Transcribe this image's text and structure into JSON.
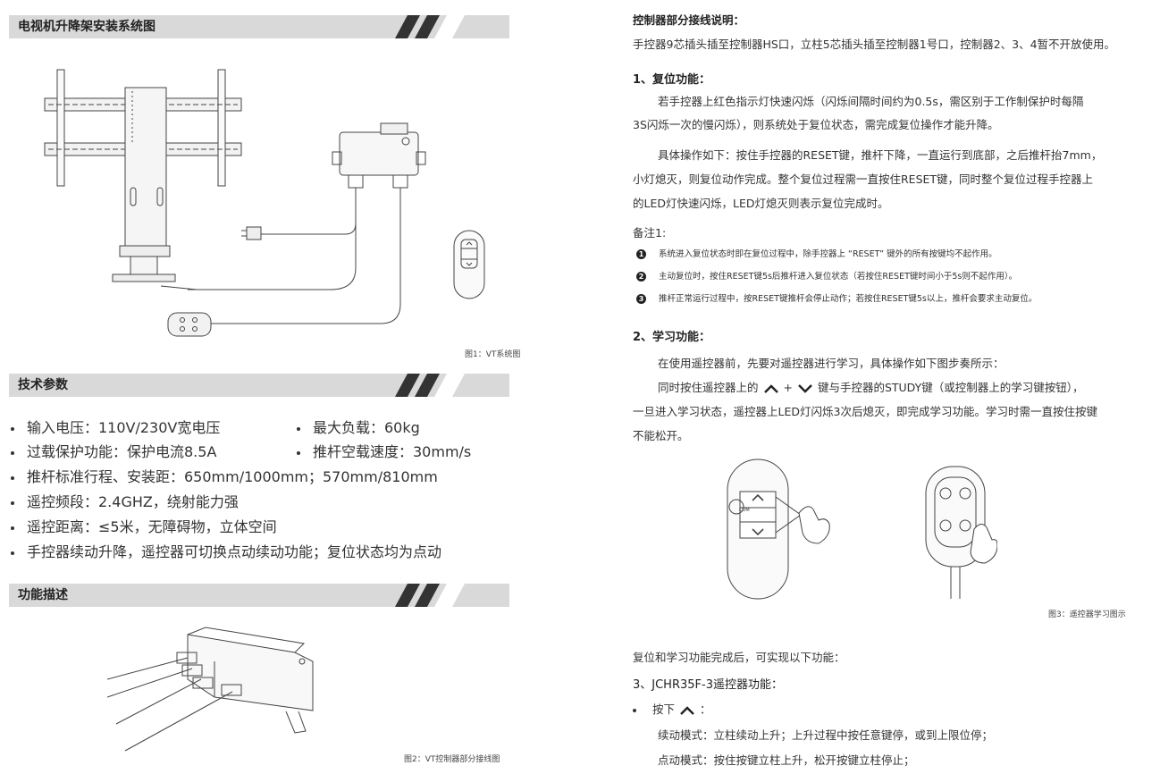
{
  "left": {
    "section1_title": "电视机升降架安装系统图",
    "fig1_caption": "图1：VT系统图",
    "section2_title": "技术参数",
    "specs": [
      "输入电压：110V/230V宽电压",
      "最大负载：60kg",
      "过载保护功能：保护电流8.5A",
      "推杆空载速度：30mm/s",
      "推杆标准行程、安装距：650mm/1000mm；570mm/810mm",
      "遥控频段：2.4GHZ，绕射能力强",
      "遥控距离：≤5米，无障碍物，立体空间",
      "手控器续动升降，遥控器可切换点动续动功能；复位状态均为点动"
    ],
    "section3_title": "功能描述",
    "fig2_caption": "图2：VT控制器部分接线图",
    "remote_com_label": "COM"
  },
  "right": {
    "wiring_title": "控制器部分接线说明：",
    "wiring_text": "手控器9芯插头插至控制器HS口，立柱5芯插头插至控制器1号口，控制器2、3、4暂不开放使用。",
    "reset_title": "1、复位功能：",
    "reset_p1_l1": "若手控器上红色指示灯快速闪烁（闪烁间隔时间约为0.5s，需区别于工作制保护时每隔",
    "reset_p1_l2": "3S闪烁一次的慢闪烁），则系统处于复位状态，需完成复位操作才能升降。",
    "reset_p2_l1": "具体操作如下：按住手控器的RESET键，推杆下降，一直运行到底部，之后推杆抬7mm，",
    "reset_p2_l2": "小灯熄灭，则复位动作完成。整个复位过程需一直按住RESET键，同时整个复位过程手控器上",
    "reset_p2_l3": "的LED灯快速闪烁，LED灯熄灭则表示复位完成时。",
    "note_title": "备注1:",
    "notes": [
      {
        "n": "1",
        "text": "系统进入复位状态时即在复位过程中，除手控器上 “RESET” 键外的所有按键均不起作用。"
      },
      {
        "n": "2",
        "text": "主动复位时，按住RESET键5s后推杆进入复位状态（若按住RESET键时间小于5s则不起作用）。"
      },
      {
        "n": "3",
        "text": "推杆正常运行过程中，按RESET键推杆会停止动作；若按住RESET键5s以上，推杆会要求主动复位。"
      }
    ],
    "study_title": "2、学习功能：",
    "study_p1": "在使用遥控器前，先要对遥控器进行学习，具体操作如下图步奏所示：",
    "study_p2_pre": "同时按住遥控器上的",
    "study_p2_plus": "+",
    "study_p2_post": "键与手控器的STUDY键（或控制器上的学习键按钮），",
    "study_p2_l2": "一旦进入学习状态，遥控器上LED灯闪烁3次后熄灭，即完成学习功能。学习时需一直按住按键",
    "study_p2_l3": "不能松开。",
    "fig3_caption": "图3：遥控器学习图示",
    "after_text": "复位和学习功能完成后，可实现以下功能：",
    "remote_title": "3、JCHR35F-3遥控器功能：",
    "press_pre": "按下",
    "press_post": "：",
    "mode1": "续动模式：立柱续动上升；上升过程中按任意键停，或到上限位停；",
    "mode2": "点动模式：按住按键立柱上升，松开按键立柱停止；"
  },
  "colors": {
    "bar_bg": "#d9d9d9",
    "stripe": "#333333",
    "text": "#333333"
  }
}
